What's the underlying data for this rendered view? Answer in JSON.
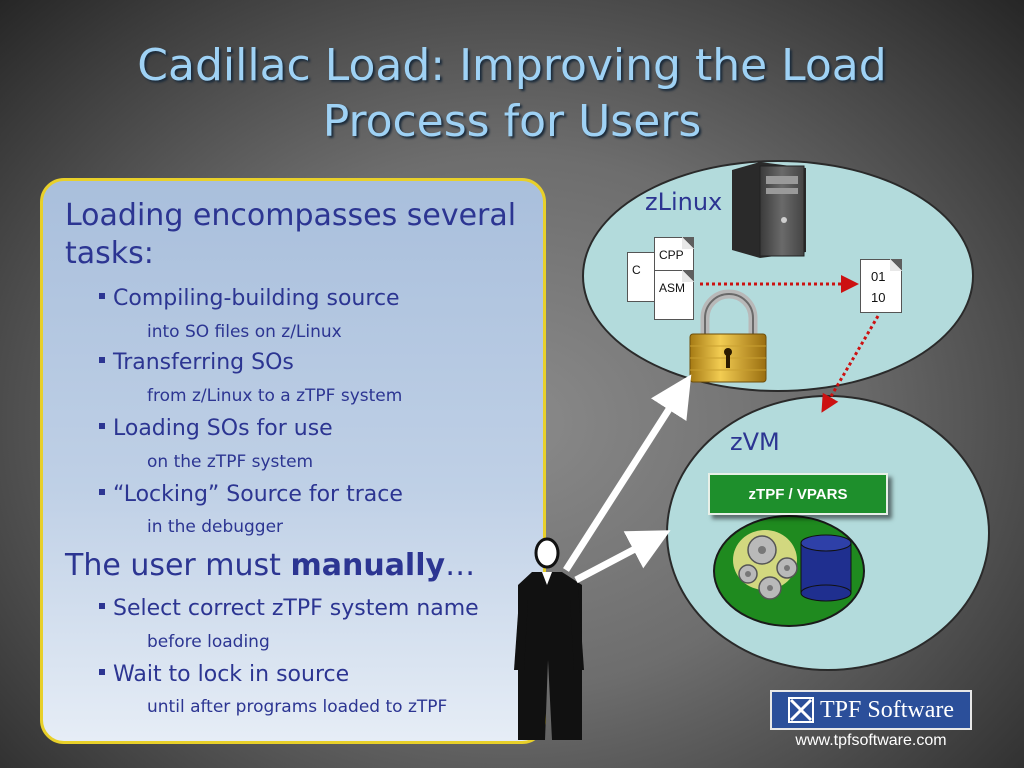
{
  "title": {
    "line1": "Cadillac Load: Improving the Load",
    "line2": "Process for Users"
  },
  "left_panel": {
    "lead1": "Loading encompasses several tasks:",
    "bullets1": [
      {
        "text": "Compiling-building source",
        "sub": "into SO files on z/Linux"
      },
      {
        "text": "Transferring SOs",
        "sub": "from z/Linux to a zTPF system"
      },
      {
        "text": "Loading SOs for use",
        "sub": "on the zTPF system"
      },
      {
        "text": "“Locking” Source for trace",
        "sub": "in the debugger"
      }
    ],
    "lead2_prefix": "The user must ",
    "lead2_bold": "manually",
    "lead2_suffix": "…",
    "bullets2": [
      {
        "text": "Select correct zTPF system name",
        "sub": "before loading"
      },
      {
        "text": "Wait to lock in source",
        "sub": "until after programs loaded to zTPF"
      }
    ]
  },
  "diagram": {
    "zlinux_label": "zLinux",
    "zvm_label": "zVM",
    "source_files": [
      "C",
      "CPP",
      "ASM"
    ],
    "binary_file": {
      "line1": "01",
      "line2": "10"
    },
    "ztpf_label": "zTPF / VPARS"
  },
  "logo": {
    "text": "TPF Software",
    "url": "www.tpfsoftware.com"
  },
  "colors": {
    "title": "#9fd2f5",
    "body_text": "#2c3592",
    "panel_border": "#e8d02a",
    "ellipse_fill": "#b3dbdc",
    "ztpf_green": "#1e8f2c",
    "arrow_red": "#cc1111",
    "logo_blue": "#2b4f9a"
  },
  "icons": [
    "server-tower-icon",
    "padlock-icon",
    "gears-icon",
    "database-cylinder-icon",
    "person-silhouette-icon",
    "tpf-logo-mark-icon"
  ]
}
